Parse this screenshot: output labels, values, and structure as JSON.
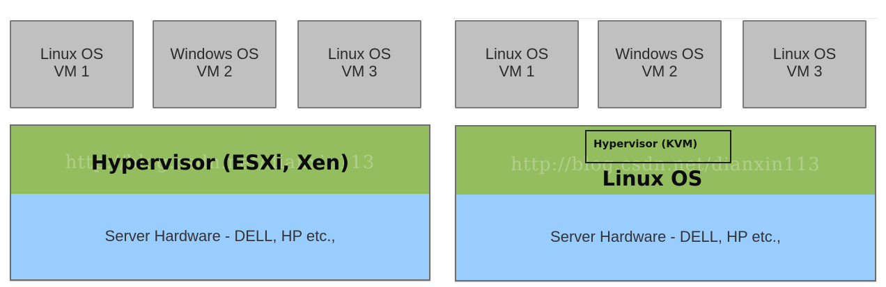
{
  "diagrams": {
    "left": {
      "vms": [
        {
          "os": "Linux OS",
          "vm": "VM 1"
        },
        {
          "os": "Windows OS",
          "vm": "VM 2"
        },
        {
          "os": "Linux OS",
          "vm": "VM 3"
        }
      ],
      "hypervisor": "Hypervisor (ESXi, Xen)",
      "hardware": "Server Hardware - DELL, HP etc.,",
      "watermark": "http://blog.csdn.net/dianxin113"
    },
    "right": {
      "vms": [
        {
          "os": "Linux OS",
          "vm": "VM 1"
        },
        {
          "os": "Windows OS",
          "vm": "VM 2"
        },
        {
          "os": "Linux OS",
          "vm": "VM 3"
        }
      ],
      "hypervisor_inner": "Hypervisor (KVM)",
      "host_os": "Linux OS",
      "hardware": "Server Hardware - DELL, HP etc.,",
      "watermark": "http://blog.csdn.net/dianxin113"
    }
  },
  "colors": {
    "vm_fill": "#c0c0c0",
    "hypervisor_fill": "#93bd5e",
    "hardware_fill": "#99ccff"
  }
}
